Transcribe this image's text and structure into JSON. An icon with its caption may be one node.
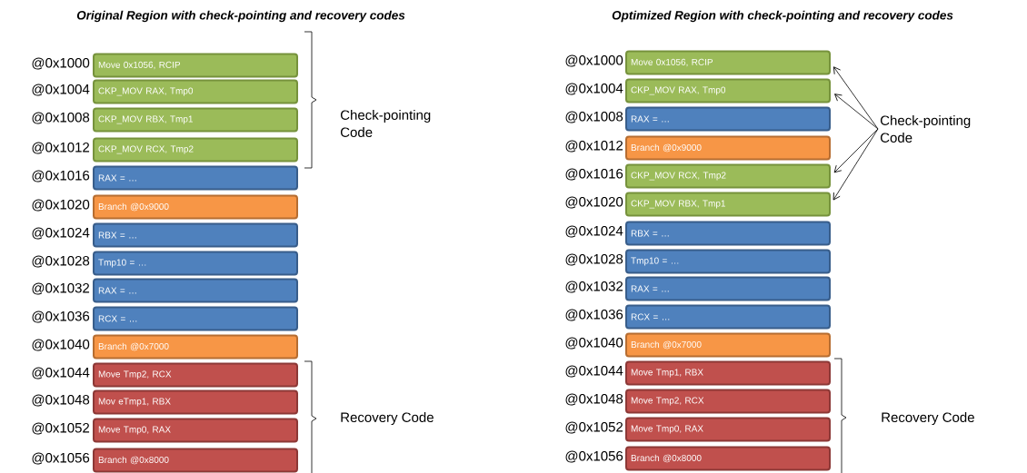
{
  "diagram": {
    "nodes": [
      {
        "text": [
          "Move 0x1056, RCIP"
        ],
        "beside": [
          "@0x1000"
        ]
      },
      {
        "text": [
          "CKP_MOV RAX, Tmp0"
        ],
        "beside": [
          "@0x1004"
        ]
      },
      {
        "text": [
          "CKP_MOV RBX, Tmp1"
        ],
        "beside": [
          "@0x1008"
        ]
      },
      {
        "text": [
          "CKP_MOV RCX, Tmp2"
        ],
        "beside": [
          "@0x1012"
        ]
      },
      {
        "text": [
          "RAX = …"
        ],
        "beside": [
          "@0x1016"
        ]
      },
      {
        "text": [
          "Branch @0x9000"
        ],
        "beside": [
          "@0x1020"
        ]
      },
      {
        "text": [
          "RBX = …"
        ],
        "beside": [
          "@0x1024"
        ]
      },
      {
        "text": [
          "Tmp10 = …"
        ],
        "beside": [
          "@0x1028"
        ]
      },
      {
        "text": [
          "RAX = …"
        ],
        "beside": [
          "@0x1032"
        ]
      },
      {
        "text": [
          "RCX = …"
        ],
        "beside": [
          "@0x1036"
        ]
      },
      {
        "text": [
          "Branch @0x7000"
        ],
        "beside": [
          "@0x1040"
        ]
      },
      {
        "text": [
          "Move Tmp2, RCX"
        ],
        "beside": [
          "@0x1044"
        ]
      },
      {
        "text": [
          "Mov eTmp1, RBX"
        ],
        "beside": [
          "@0x1048"
        ]
      },
      {
        "text": [
          "Move Tmp0, RAX"
        ],
        "beside": [
          "@0x1052"
        ]
      },
      {
        "text": [
          "Branch @0x8000"
        ],
        "beside": [
          "@0x1056"
        ]
      },
      {
        "text": [
          "Move 0x1056, RCIP"
        ],
        "beside": [
          "@0x1000"
        ]
      },
      {
        "text": [
          "CKP_MOV RAX, Tmp0"
        ],
        "beside": [
          "@0x1004"
        ]
      },
      {
        "text": [
          "RAX = …"
        ],
        "beside": [
          "@0x1008"
        ]
      },
      {
        "text": [
          "Branch @0x9000"
        ],
        "beside": [
          "@0x1012"
        ]
      },
      {
        "text": [
          "CKP_MOV RCX, Tmp2"
        ],
        "beside": [
          "@0x1016"
        ]
      },
      {
        "text": [
          "CKP_MOV RBX, Tmp1"
        ],
        "beside": [
          "@0x1020"
        ]
      },
      {
        "text": [
          "RBX = …"
        ],
        "beside": [
          "@0x1024"
        ]
      },
      {
        "text": [
          "Tmp10 = …"
        ],
        "beside": [
          "@0x1028"
        ]
      },
      {
        "text": [
          "RAX = …"
        ],
        "beside": [
          "@0x1032"
        ]
      },
      {
        "text": [
          "RCX = …"
        ],
        "beside": [
          "@0x1036"
        ]
      },
      {
        "text": [
          "Branch @0x7000"
        ],
        "beside": [
          "@0x1040"
        ]
      },
      {
        "text": [
          "Move Tmp1, RBX"
        ],
        "beside": [
          "@0x1044"
        ]
      },
      {
        "text": [
          "Move Tmp2, RCX"
        ],
        "beside": [
          "@0x1048"
        ]
      },
      {
        "text": [
          "Move Tmp0, RAX"
        ],
        "beside": [
          "@0x1052"
        ]
      },
      {
        "text": [
          "Branch @0x8000"
        ],
        "beside": [
          "@0x1056"
        ]
      },
      {
        "text": [
          "Check-pointing Code"
        ]
      }
    ],
    "edges": [
      {
        "from": 30,
        "to": 15,
        "arrow": "to"
      },
      {
        "from": 30,
        "to": 16,
        "arrow": "to"
      },
      {
        "from": 30,
        "to": 19,
        "arrow": "to"
      },
      {
        "from": 30,
        "to": 20,
        "arrow": "to"
      }
    ],
    "labels": [
      "Original Region with check-pointing and recovery codes",
      "Optimized Region with check-pointing and recovery codes",
      "Check-pointing Code",
      "Recovery Code",
      "Recovery Code"
    ]
  }
}
